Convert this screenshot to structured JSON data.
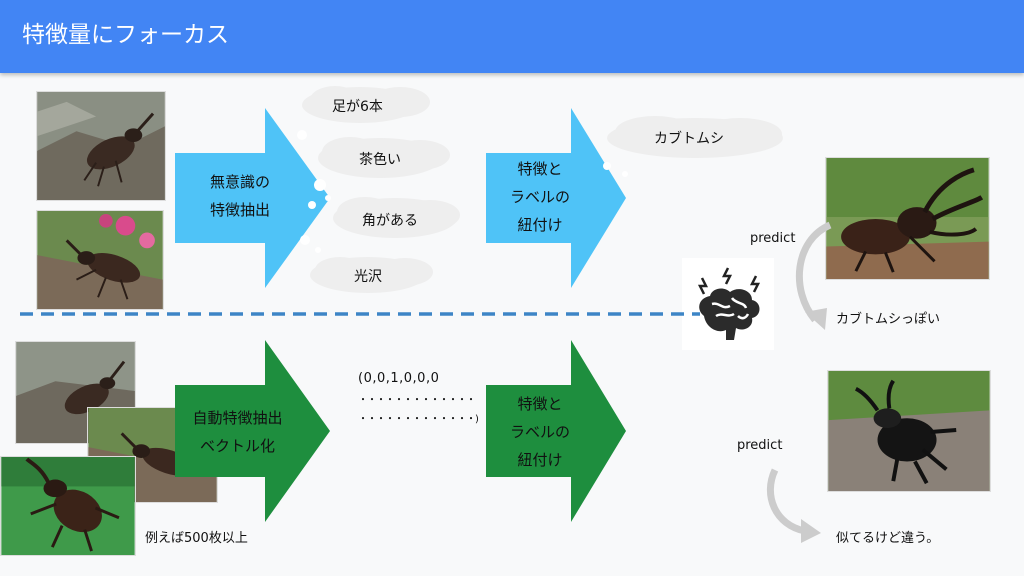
{
  "slide": {
    "title": "特徴量にフォーカス"
  },
  "top": {
    "arrow1": {
      "line1": "無意識の",
      "line2": "特徴抽出"
    },
    "features": [
      "足が6本",
      "茶色い",
      "角がある",
      "光沢"
    ],
    "arrow2": {
      "line1": "特徴と",
      "line2": "ラベルの",
      "line3": "紐付け"
    },
    "thought": "カブトムシ",
    "predict": "predict",
    "result": "カブトムシっぽい"
  },
  "bottom": {
    "arrow1": {
      "line1": "自動特徴抽出",
      "line2": "ベクトル化"
    },
    "vector": {
      "line1": "(0,0,1,0,0,0",
      "line2": "・・・・・・・・・・・・・",
      "line3": "・・・・・・・・・・・・・)"
    },
    "arrow2": {
      "line1": "特徴と",
      "line2": "ラベルの",
      "line3": "紐付け"
    },
    "caption": "例えば500枚以上",
    "predict": "predict",
    "result": "似てるけど違う。"
  },
  "colors": {
    "header": "#4285f4",
    "blue_arrow": "#4fc3f7",
    "green_arrow": "#1e8e3e",
    "dashed_line": "#3d85c6",
    "cloud": "#eeeeee"
  },
  "icons": [
    "brain-icon"
  ]
}
